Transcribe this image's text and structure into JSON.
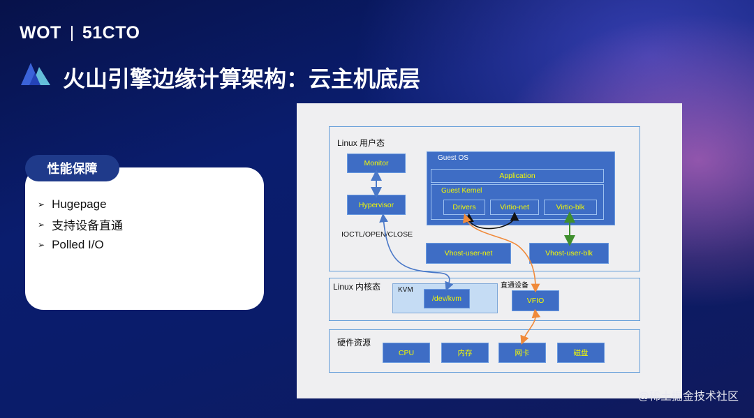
{
  "header": {
    "brand_left": "WOT",
    "brand_right": "51CTO",
    "title": "火山引擎边缘计算架构：云主机底层"
  },
  "card": {
    "tab_label": "性能保障",
    "items": [
      "Hugepage",
      "支持设备直通",
      "Polled I/O"
    ]
  },
  "diagram": {
    "user_space_label": "Linux 用户态",
    "monitor": "Monitor",
    "hypervisor": "Hypervisor",
    "ioctl_label": "IOCTL/OPEN/CLOSE",
    "guest_os_label": "Guest OS",
    "application": "Application",
    "guest_kernel_label": "Guest Kernel",
    "drivers": "Drivers",
    "virtio_net": "Virtio-net",
    "virtio_blk": "Virtio-blk",
    "vhost_user_net": "Vhost-user-net",
    "vhost_user_blk": "Vhost-user-blk",
    "kernel_space_label": "Linux 内核态",
    "kvm_label": "KVM",
    "dev_kvm": "/dev/kvm",
    "passthrough_label": "直通设备",
    "vfio": "VFIO",
    "hardware_label": "硬件资源",
    "cpu": "CPU",
    "memory": "内存",
    "nic": "网卡",
    "disk": "磁盘"
  },
  "colors": {
    "box_fill": "#3e6dc5",
    "box_text": "#f4f900",
    "region_border": "#5f9bd8",
    "arrow_blue": "#4a78c8",
    "arrow_orange": "#f08a3a",
    "arrow_black": "#111111",
    "arrow_green": "#3f8f2e"
  },
  "watermark": "@稀土掘金技术社区"
}
